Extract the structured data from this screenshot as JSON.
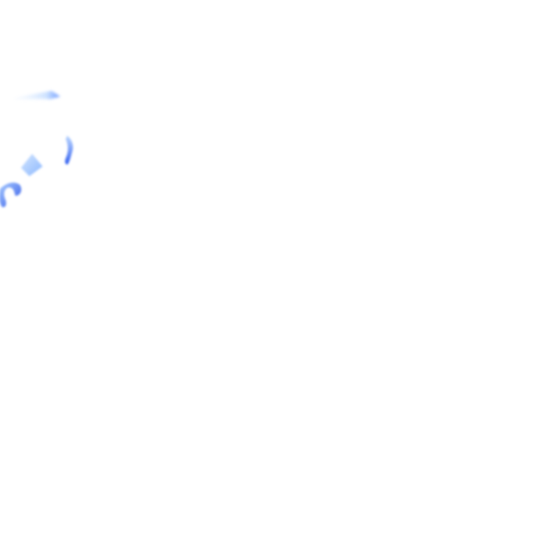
{
  "scene": {
    "background_color": "#ffffff",
    "accent_color": "#3d6bff",
    "light_accent_color": "#9cc3ff",
    "pale_accent_color": "#d6e8ff",
    "marks": [
      "brush-stroke-tail",
      "brush-stroke-hook",
      "brush-stroke-diamond",
      "brush-stroke-curl"
    ]
  }
}
